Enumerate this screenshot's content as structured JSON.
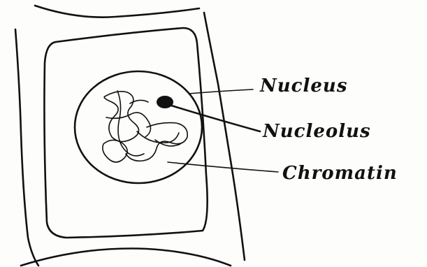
{
  "labels": {
    "nucleus": "Nucleus",
    "nucleolus": "Nucleolus",
    "chromatin": "Chromatin"
  }
}
